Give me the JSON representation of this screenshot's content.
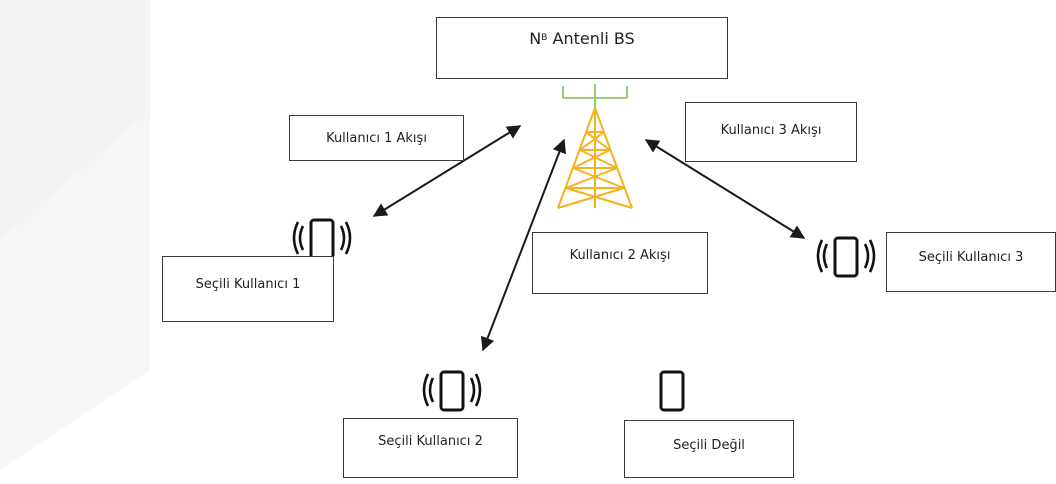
{
  "base_station": {
    "label_main": "N",
    "label_sub": "B",
    "label_rest": " Antenli BS"
  },
  "flows": {
    "user1": "Kullanıcı 1 Akışı",
    "user2": "Kullanıcı 2 Akışı",
    "user3": "Kullanıcı 3 Akışı"
  },
  "users": {
    "user1": "Seçili Kullanıcı 1",
    "user2": "Seçili Kullanıcı 2",
    "user3": "Seçili Kullanıcı 3",
    "not_selected": "Seçili Değil"
  },
  "colors": {
    "tower": "#f5b21e",
    "antenna": "#7fbf4f",
    "arrow": "#1a1a1a",
    "phone": "#111111",
    "watermark": "#f2f2f2"
  },
  "icons": {
    "tower": "cell-tower-icon",
    "phone_signal": "phone-signal-icon",
    "phone": "phone-icon"
  }
}
